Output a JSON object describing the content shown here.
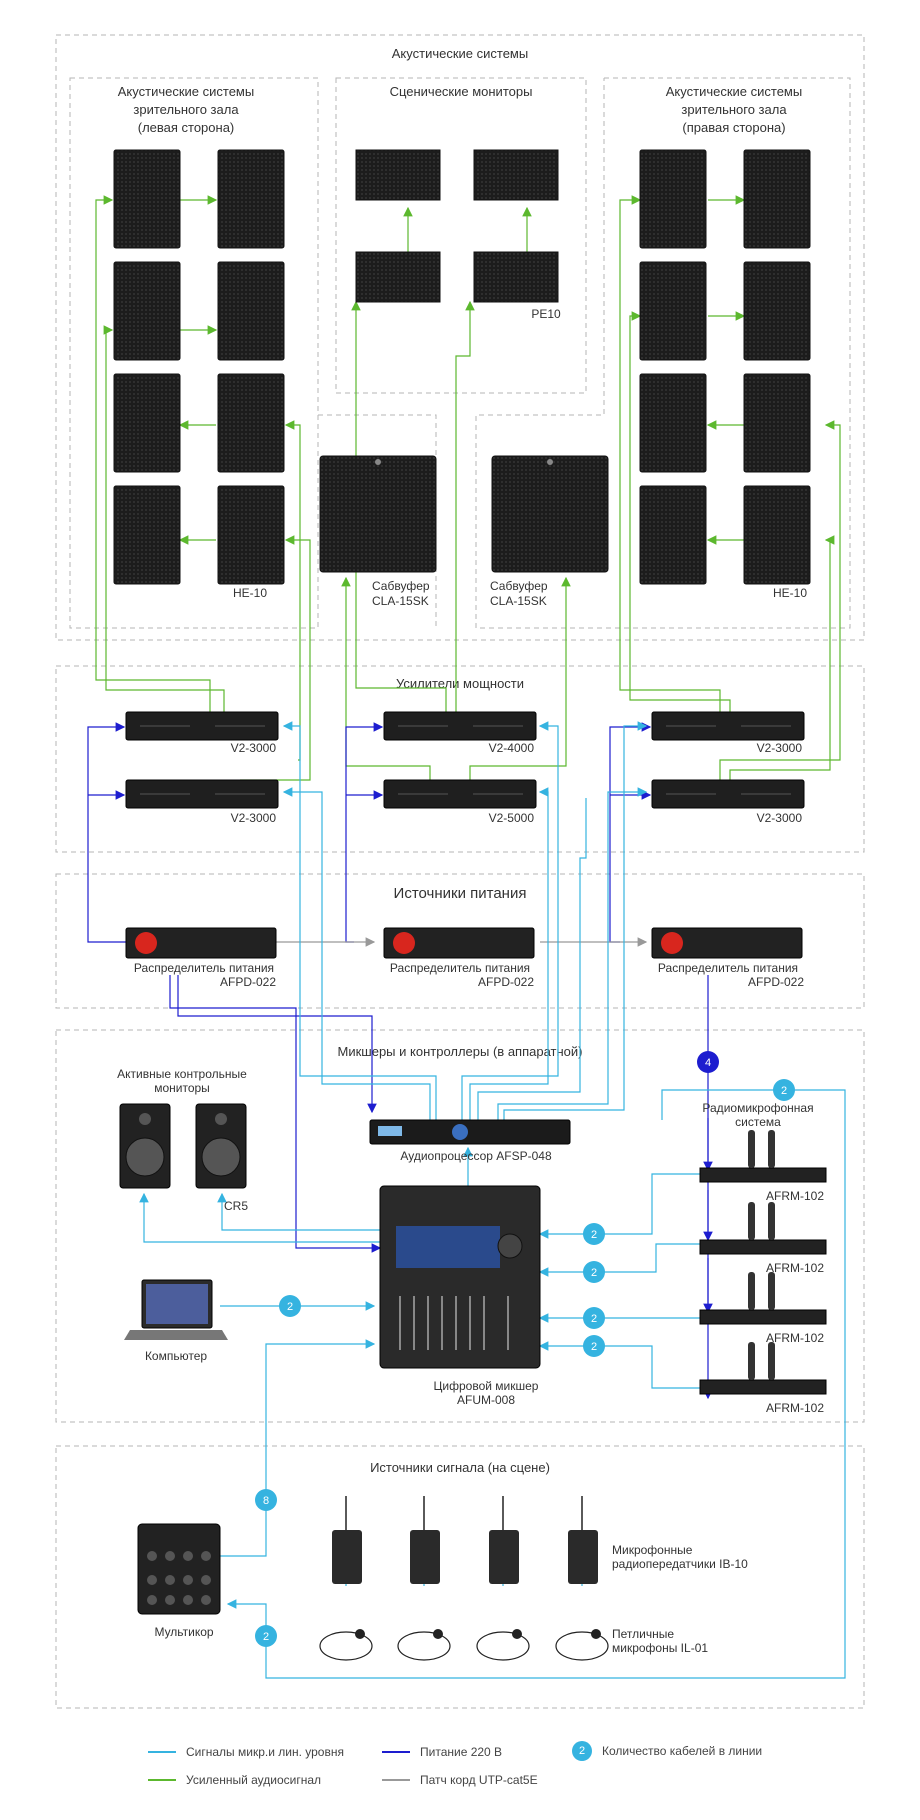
{
  "colors": {
    "signal": "#35b3e0",
    "power": "#1d1dcf",
    "amp": "#5cb82e",
    "patch": "#999999",
    "badge": "#35b3e0"
  },
  "sections": {
    "acoustic": "Акустические системы",
    "left_title": [
      "Акустические системы",
      "зрительного зала",
      "(левая сторона)"
    ],
    "right_title": [
      "Акустические системы",
      "зрительного зала",
      "(правая сторона)"
    ],
    "monitors": "Сценические мониторы",
    "amps": "Усилители мощности",
    "power": "Источники питания",
    "mixers": "Микшеры и контроллеры (в аппаратной)",
    "sources": "Источники сигнала (на сцене)"
  },
  "labels": {
    "pe10": "PE10",
    "he10_left": "HE-10",
    "he10_right": "HE-10",
    "sub_left": [
      "Сабвуфер",
      "CLA-15SK"
    ],
    "sub_right": [
      "Сабвуфер",
      "CLA-15SK"
    ],
    "amp_l1": "V2-3000",
    "amp_l2": "V2-3000",
    "amp_c1": "V2-4000",
    "amp_c2": "V2-5000",
    "amp_r1": "V2-3000",
    "amp_r2": "V2-3000",
    "pd_left": [
      "Распределитель питания",
      "AFPD-022"
    ],
    "pd_center": [
      "Распределитель питания",
      "AFPD-022"
    ],
    "pd_right": [
      "Распределитель питания",
      "AFPD-022"
    ],
    "monitors_active": [
      "Активные контрольные",
      "мониторы"
    ],
    "cr5": "CR5",
    "processor": "Аудиопроцессор AFSP-048",
    "radio_system": [
      "Радиомикрофонная",
      "система"
    ],
    "afrm1": "AFRM-102",
    "afrm2": "AFRM-102",
    "afrm3": "AFRM-102",
    "afrm4": "AFRM-102",
    "computer": "Компьютер",
    "mixer": [
      "Цифровой микшер",
      "AFUM-008"
    ],
    "multicore": "Мультикор",
    "transmitters": [
      "Микрофонные",
      "радиопередатчики IB-10"
    ],
    "lavaliers": [
      "Петличные",
      "микрофоны IL-01"
    ]
  },
  "badges": {
    "b_power": "4",
    "b_radio": "2",
    "b_afrm1": "2",
    "b_afrm2": "2",
    "b_afrm3": "2",
    "b_afrm4": "2",
    "b_pc": "2",
    "b_multi": "8",
    "b_bottom": "2"
  },
  "legend": {
    "signal": "Сигналы микр.и лин. уровня",
    "amp": "Усиленный аудиосигнал",
    "power": "Питание 220 В",
    "patch": "Патч корд UTP-cat5E",
    "badge_value": "2",
    "badge_text": "Количество кабелей в линии"
  }
}
